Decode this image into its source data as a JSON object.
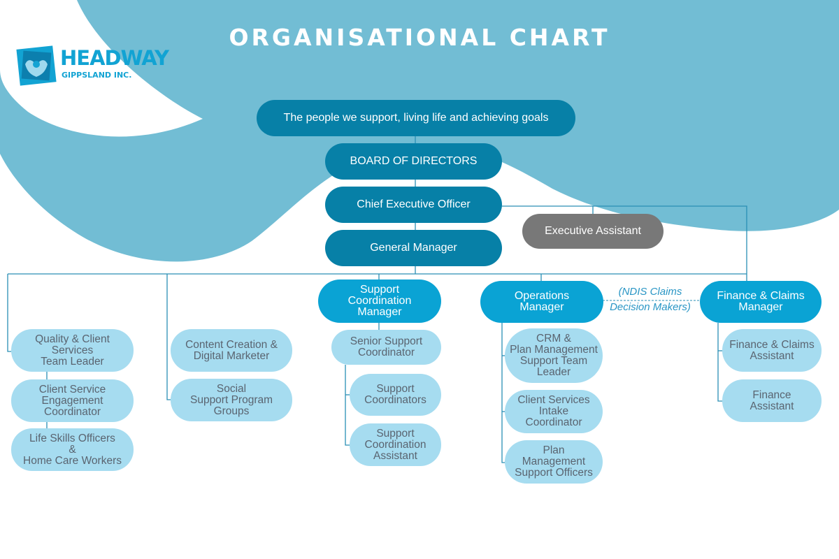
{
  "title": "ORGANISATIONAL CHART",
  "logo": {
    "name": "HEADWAY",
    "subtitle": "GIPPSLAND INC."
  },
  "colors": {
    "dark_node": "#0780a7",
    "manager_node": "#0aa3d4",
    "staff_node": "#a6dcf0",
    "assistant_node": "#787878",
    "background_blob": "#72bdd4"
  },
  "nodes": {
    "mission": "The people we support, living life and achieving goals",
    "board": "BOARD OF DIRECTORS",
    "ceo": "Chief Executive Officer",
    "exec_assistant": "Executive Assistant",
    "gm": "General Manager",
    "support_coord_manager": "Support\nCoordination\nManager",
    "operations_manager": "Operations\nManager",
    "finance_manager": "Finance & Claims\nManager",
    "quality_lead": "Quality & Client\nServices\nTeam Leader",
    "client_engagement": "Client Service\nEngagement\nCoordinator",
    "life_skills": "Life Skills Officers\n&\nHome Care Workers",
    "content_creation": "Content Creation &\nDigital Marketer",
    "social_groups": "Social\nSupport Program\nGroups",
    "senior_support": "Senior Support\nCoordinator",
    "support_coordinators": "Support\nCoordinators",
    "support_coord_assistant": "Support\nCoordination\nAssistant",
    "crm_plan_lead": "CRM &\nPlan Management\nSupport Team\nLeader",
    "intake_coordinator": "Client Services\nIntake\nCoordinator",
    "plan_officers": "Plan\nManagement\nSupport Officers",
    "finance_assistant_claims": "Finance & Claims\nAssistant",
    "finance_assistant": "Finance\nAssistant"
  },
  "ndis_note": "(NDIS Claims\nDecision Makers)"
}
